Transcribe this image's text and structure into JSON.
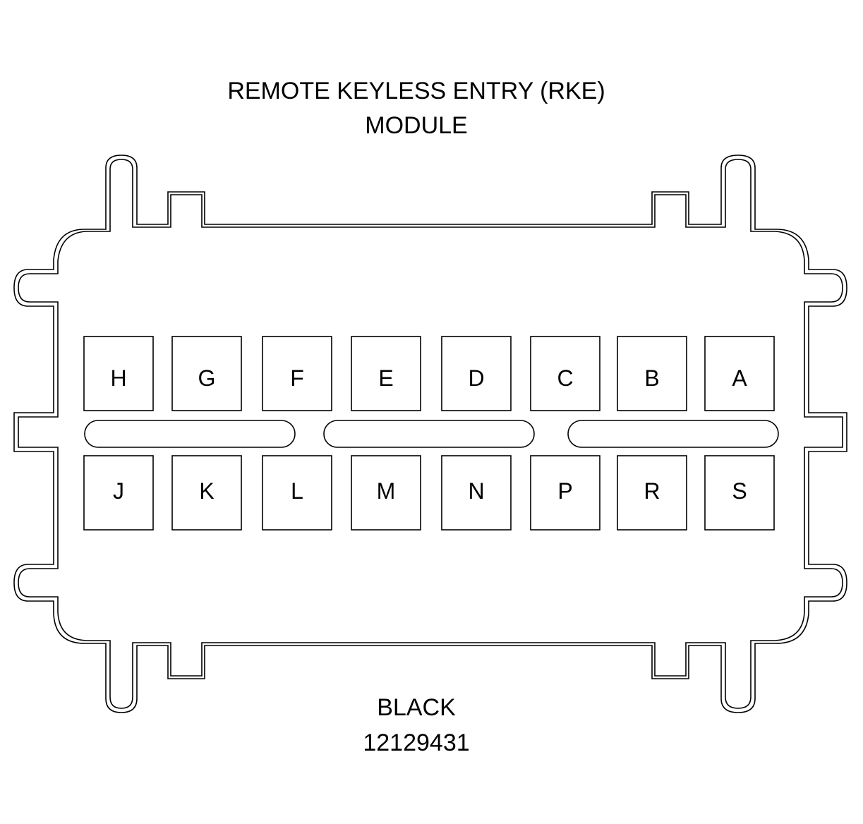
{
  "title": {
    "line1": "REMOTE KEYLESS ENTRY (RKE)",
    "line2": "MODULE"
  },
  "connector": {
    "top_row_pins": [
      "H",
      "G",
      "F",
      "E",
      "D",
      "C",
      "B",
      "A"
    ],
    "bottom_row_pins": [
      "J",
      "K",
      "L",
      "M",
      "N",
      "P",
      "R",
      "S"
    ]
  },
  "footer": {
    "color": "BLACK",
    "part_number": "12129431"
  }
}
